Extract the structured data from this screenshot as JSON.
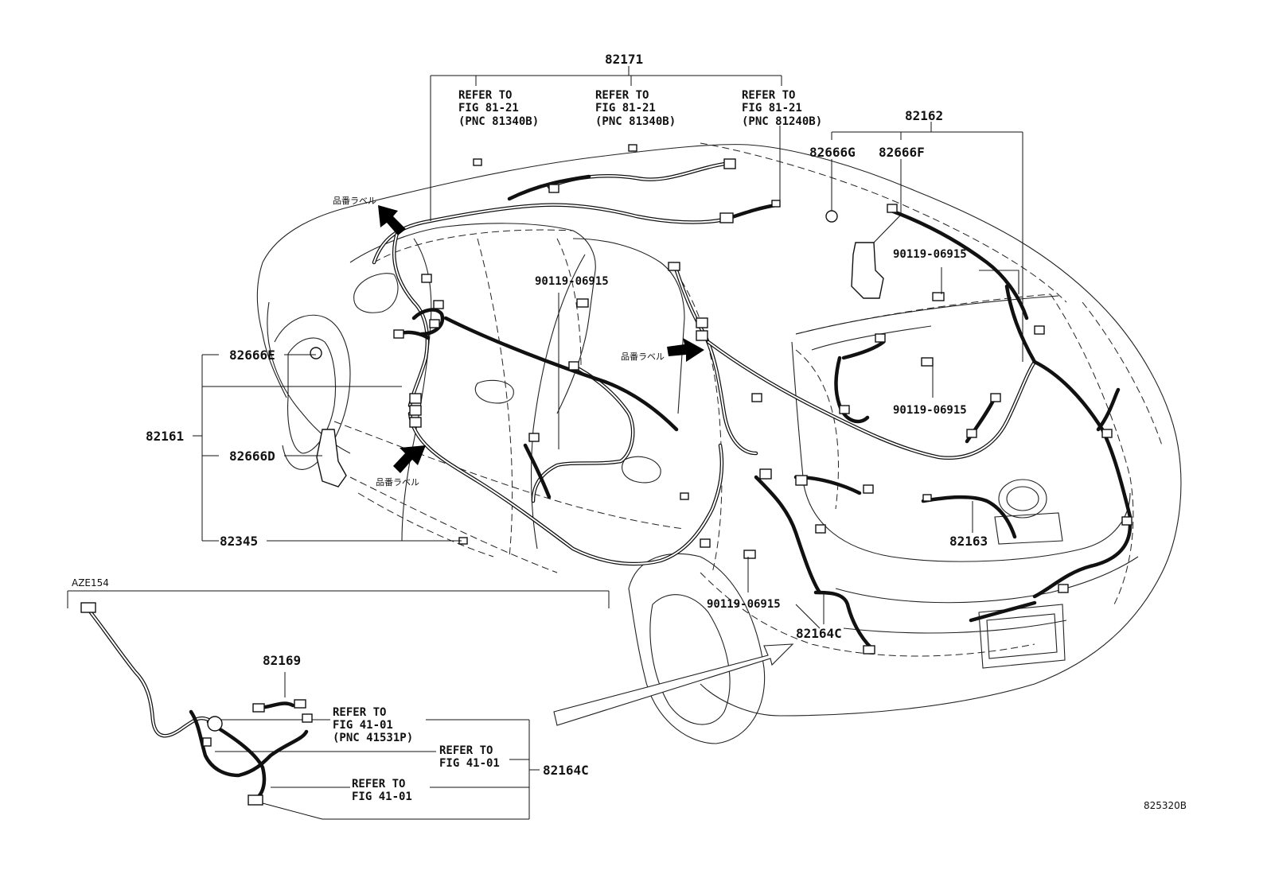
{
  "labels": {
    "p82171": "82171",
    "p82162": "82162",
    "p82666G": "82666G",
    "p82666F": "82666F",
    "p90119_a": "90119-06915",
    "p90119_b": "90119-06915",
    "p90119_c": "90119-06915",
    "p90119_d": "90119-06915",
    "p82666E": "82666E",
    "p82161": "82161",
    "p82666D": "82666D",
    "p82345": "82345",
    "p82163": "82163",
    "p82164C_a": "82164C",
    "p82164C_b": "82164C",
    "p82169": "82169",
    "variant": "AZE154",
    "figure_code": "825320B"
  },
  "refers": {
    "r1": [
      "REFER TO",
      "FIG 81-21",
      "(PNC 81340B)"
    ],
    "r2": [
      "REFER TO",
      "FIG 81-21",
      "(PNC 81340B)"
    ],
    "r3": [
      "REFER TO",
      "FIG 81-21",
      "(PNC 81240B)"
    ],
    "r4": [
      "REFER TO",
      "FIG 41-01",
      "(PNC 41531P)"
    ],
    "r5": [
      "REFER TO",
      "FIG 41-01"
    ],
    "r6": [
      "REFER TO",
      "FIG 41-01"
    ]
  },
  "jp_label": "品番ラベル"
}
